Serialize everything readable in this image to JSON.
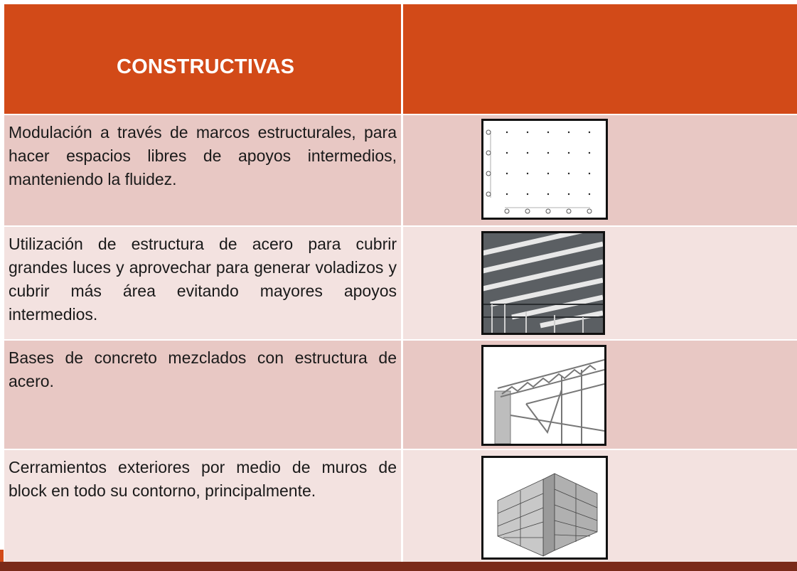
{
  "header": {
    "title": "CONSTRUCTIVAS"
  },
  "rows": [
    {
      "text": "Modulación a través de marcos estructurales, para hacer espacios libres de apoyos intermedios, manteniendo la fluidez.",
      "image": "structural-grid-plan-icon"
    },
    {
      "text": "Utilización de estructura de acero para cubrir grandes luces y aprovechar para generar voladizos y cubrir más área evitando mayores apoyos intermedios.",
      "image": "steel-roof-structure-icon"
    },
    {
      "text": "Bases de concreto mezclados con estructura de acero.",
      "image": "steel-truss-on-concrete-icon"
    },
    {
      "text": "Cerramientos exteriores por medio de muros de block en todo su contorno, principalmente.",
      "image": "block-wall-corner-icon"
    }
  ],
  "colors": {
    "header": "#d24a18",
    "row_dark": "#e8c8c4",
    "row_light": "#f3e2e0"
  }
}
